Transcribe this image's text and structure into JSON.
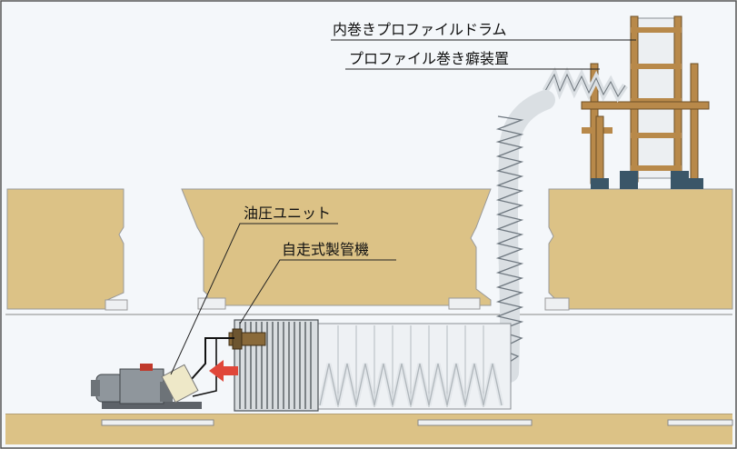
{
  "labels": {
    "drum": "内巻きプロファイルドラム",
    "bending": "プロファイル巻き癖装置",
    "hydraulic": "油圧ユニット",
    "machine": "自走式製管機"
  },
  "colors": {
    "concrete": "#dcc286",
    "concrete_edge": "#c9ab65",
    "frame": "#b8894a",
    "frame_dark": "#8a6330",
    "profile": "#dadfe3",
    "profile_edge": "#7f8890",
    "base_block": "#3a5668",
    "arrow": "#e0473a",
    "pipe": "#e8e6df",
    "motor": "#8f969c",
    "background": "#f4f7fa"
  },
  "icons": {
    "direction": "arrow-left-icon"
  }
}
